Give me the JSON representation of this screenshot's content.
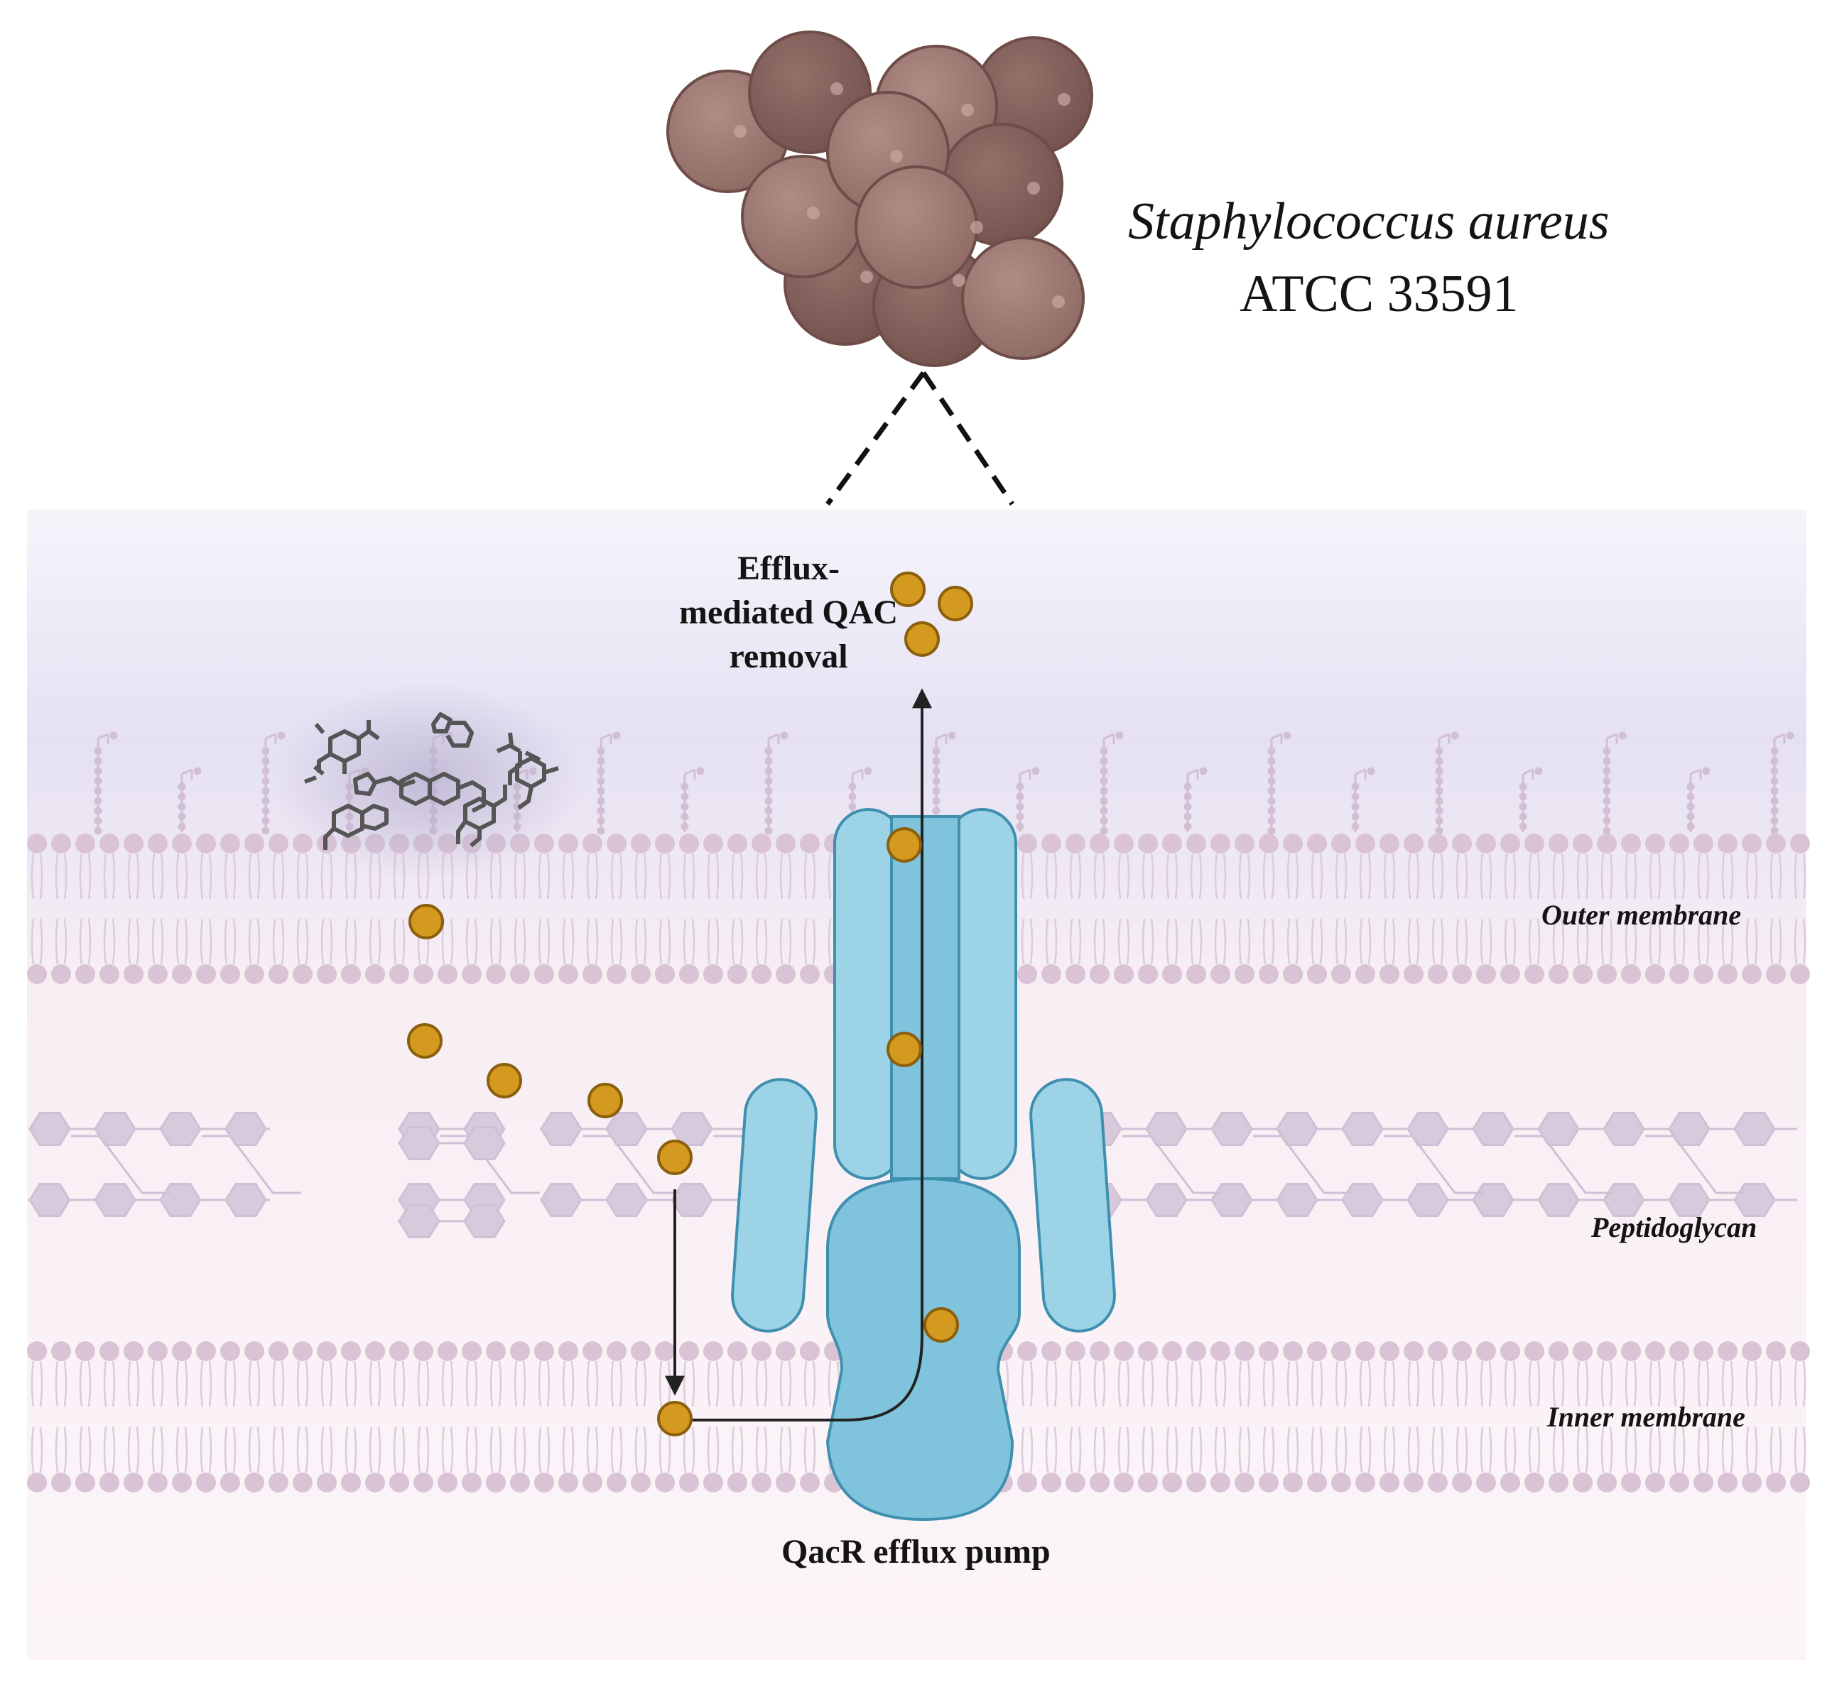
{
  "organism": {
    "species": "Staphylococcus aureus",
    "strain": "ATCC 33591"
  },
  "labels": {
    "efflux": "Efflux-mediated QAC removal",
    "outer_membrane": "Outer membrane",
    "peptidoglycan": "Peptidoglycan",
    "inner_membrane": "Inner membrane",
    "pump": "QacR efflux pump"
  },
  "colors": {
    "cell_fill": "#a27e78",
    "cell_dark": "#8a6660",
    "cell_outline": "#6e4c47",
    "background_top": "#e6e3f4",
    "background_bottom": "#fbf3f6",
    "lipid_head": "#d9c3d5",
    "peptidoglycan": "#d8cadd",
    "pump_light": "#9dd3e6",
    "pump_mid": "#7fc4dc",
    "pump_outline": "#3f8fae",
    "qac_molecule": "#d49a1f",
    "qac_outline": "#8a5f0d",
    "arrow": "#222222",
    "compound": "#555555"
  }
}
